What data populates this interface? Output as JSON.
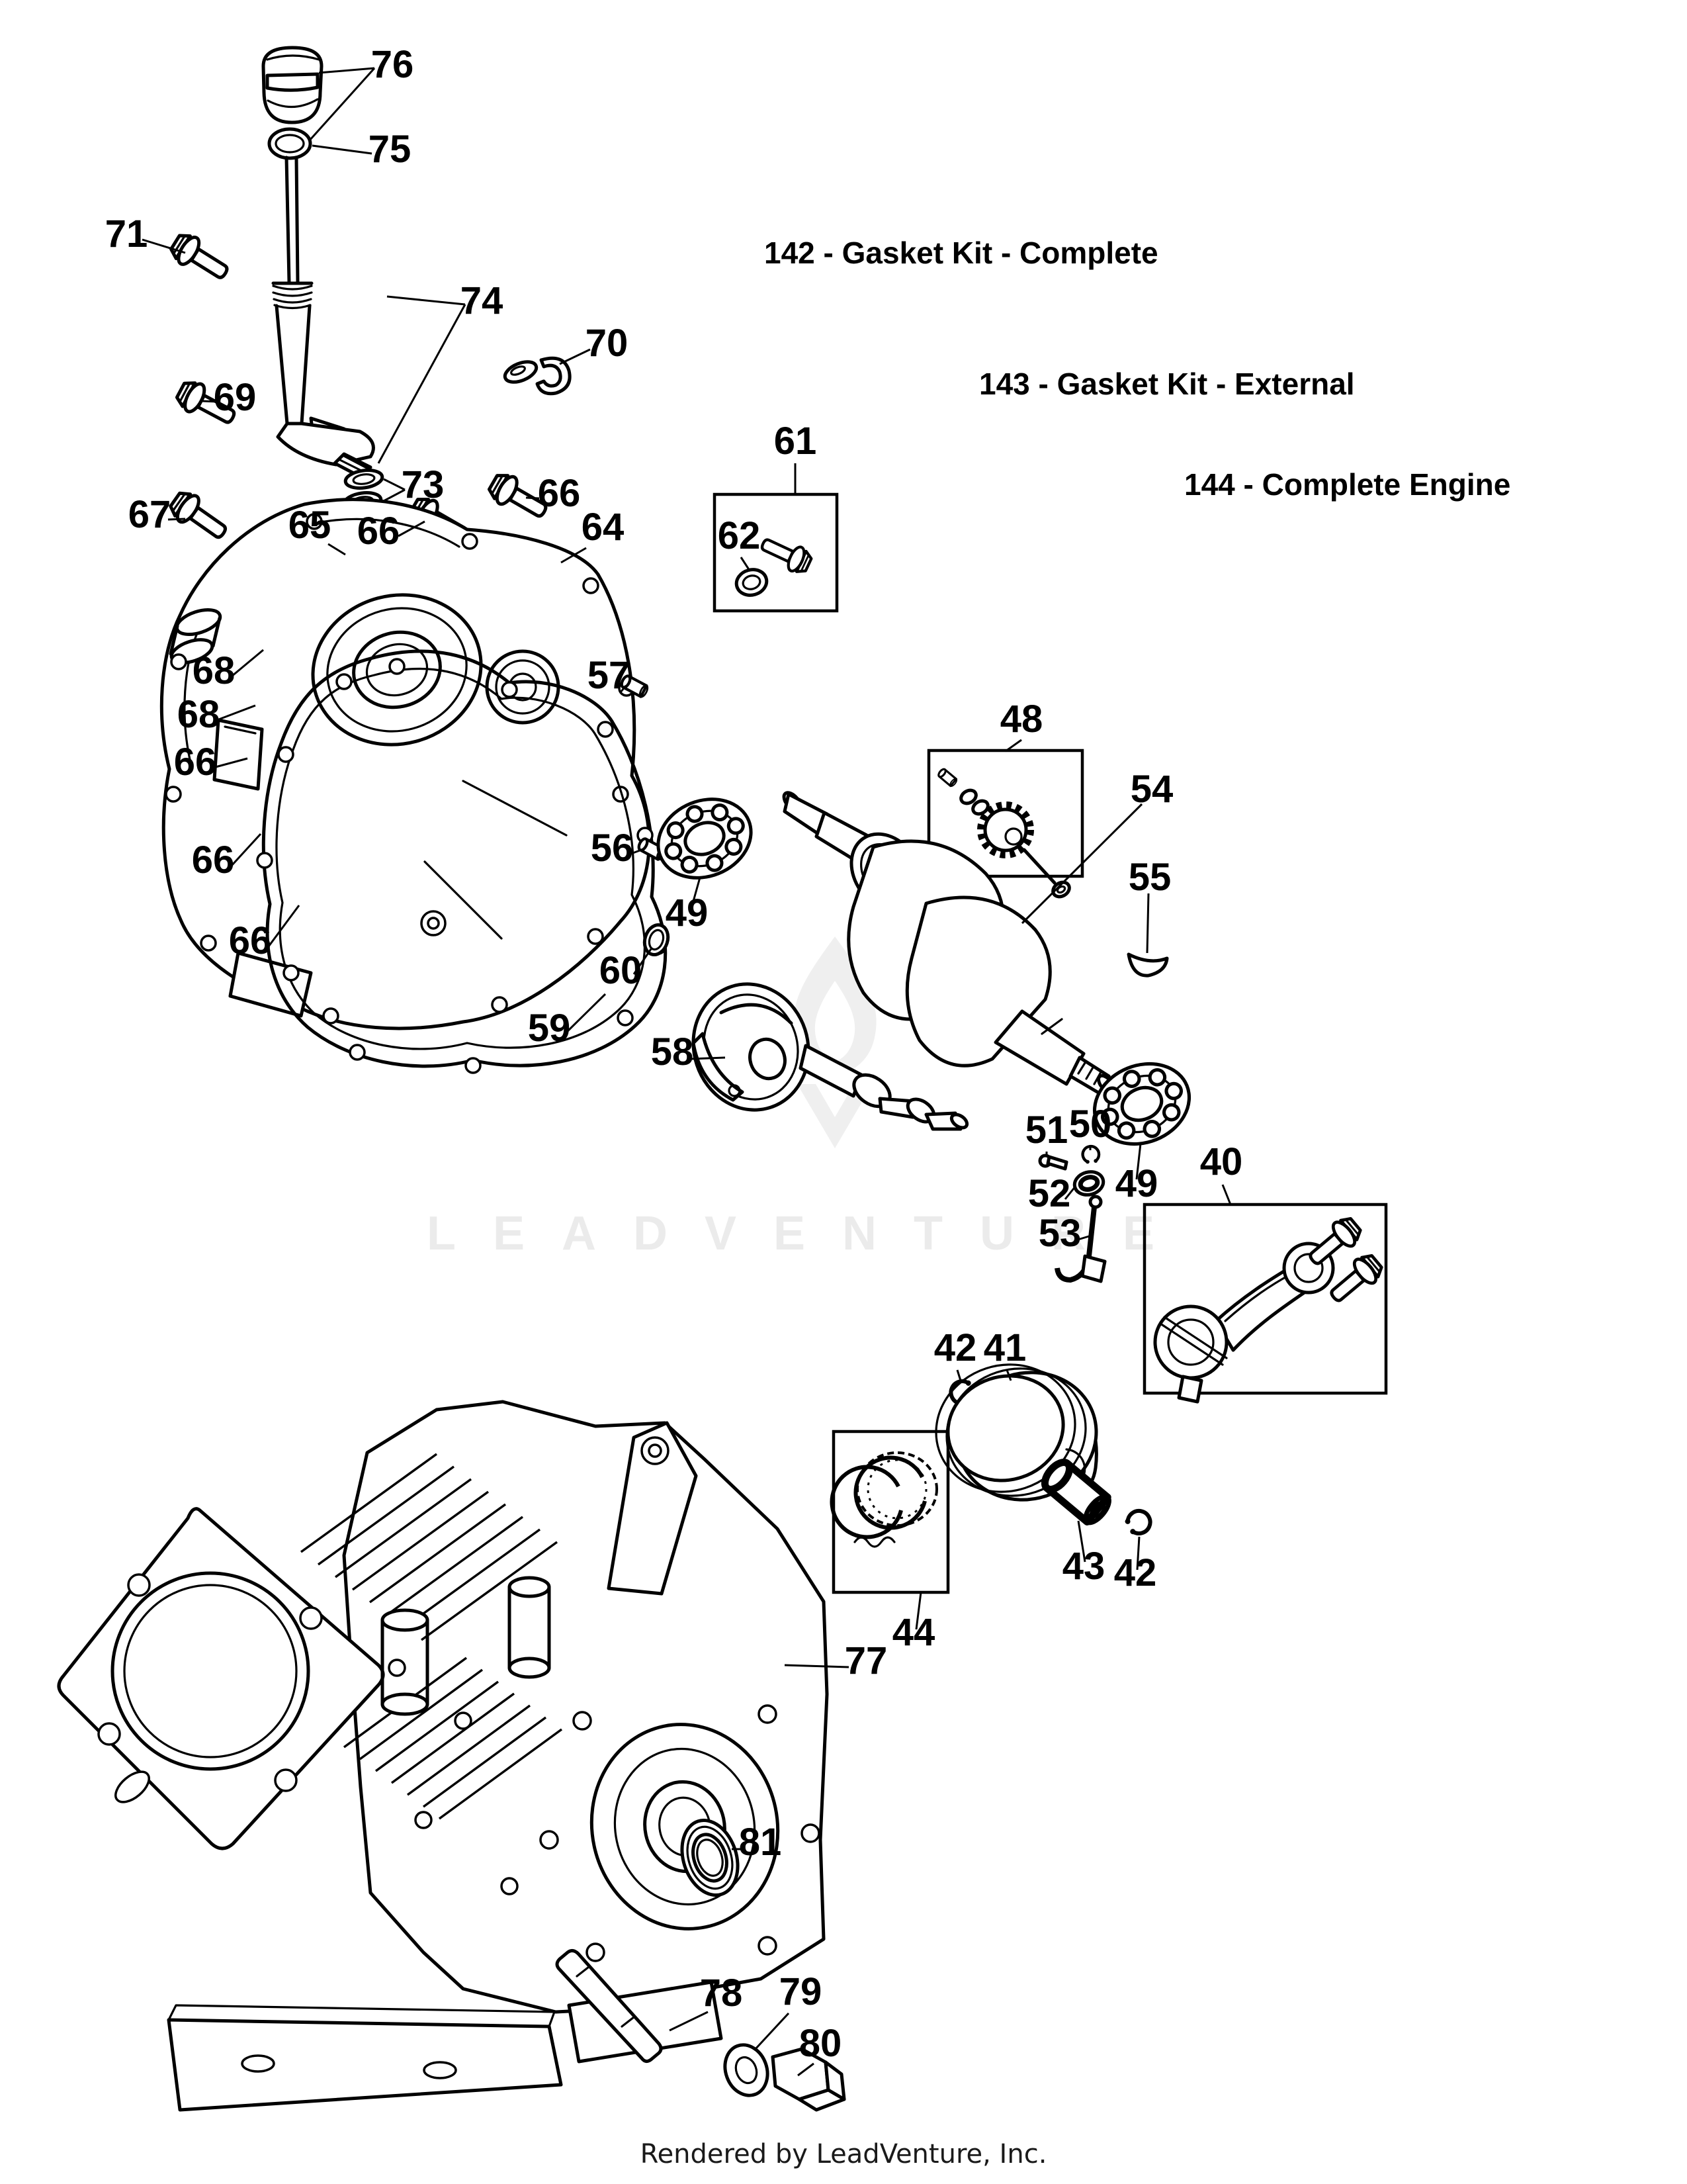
{
  "diagram": {
    "notes": {
      "complete_kit": "142 - Gasket Kit - Complete",
      "external_kit": "143 - Gasket Kit - External",
      "complete_engine": "144 - Complete Engine"
    },
    "watermark": {
      "text": "LEADVENTURE"
    },
    "footer": {
      "text": "Rendered by LeadVenture, Inc."
    },
    "callouts": [
      {
        "label": "76"
      },
      {
        "label": "75"
      },
      {
        "label": "71"
      },
      {
        "label": "74"
      },
      {
        "label": "70"
      },
      {
        "label": "69"
      },
      {
        "label": "73"
      },
      {
        "label": "66"
      },
      {
        "label": "66"
      },
      {
        "label": "67"
      },
      {
        "label": "65"
      },
      {
        "label": "64"
      },
      {
        "label": "61"
      },
      {
        "label": "62"
      },
      {
        "label": "68"
      },
      {
        "label": "68"
      },
      {
        "label": "66"
      },
      {
        "label": "66"
      },
      {
        "label": "66"
      },
      {
        "label": "57"
      },
      {
        "label": "48"
      },
      {
        "label": "56"
      },
      {
        "label": "49"
      },
      {
        "label": "54"
      },
      {
        "label": "60"
      },
      {
        "label": "55"
      },
      {
        "label": "59"
      },
      {
        "label": "58"
      },
      {
        "label": "51"
      },
      {
        "label": "50"
      },
      {
        "label": "49"
      },
      {
        "label": "52"
      },
      {
        "label": "40"
      },
      {
        "label": "53"
      },
      {
        "label": "42"
      },
      {
        "label": "41"
      },
      {
        "label": "43"
      },
      {
        "label": "42"
      },
      {
        "label": "44"
      },
      {
        "label": "77"
      },
      {
        "label": "81"
      },
      {
        "label": "78"
      },
      {
        "label": "79"
      },
      {
        "label": "80"
      }
    ]
  }
}
